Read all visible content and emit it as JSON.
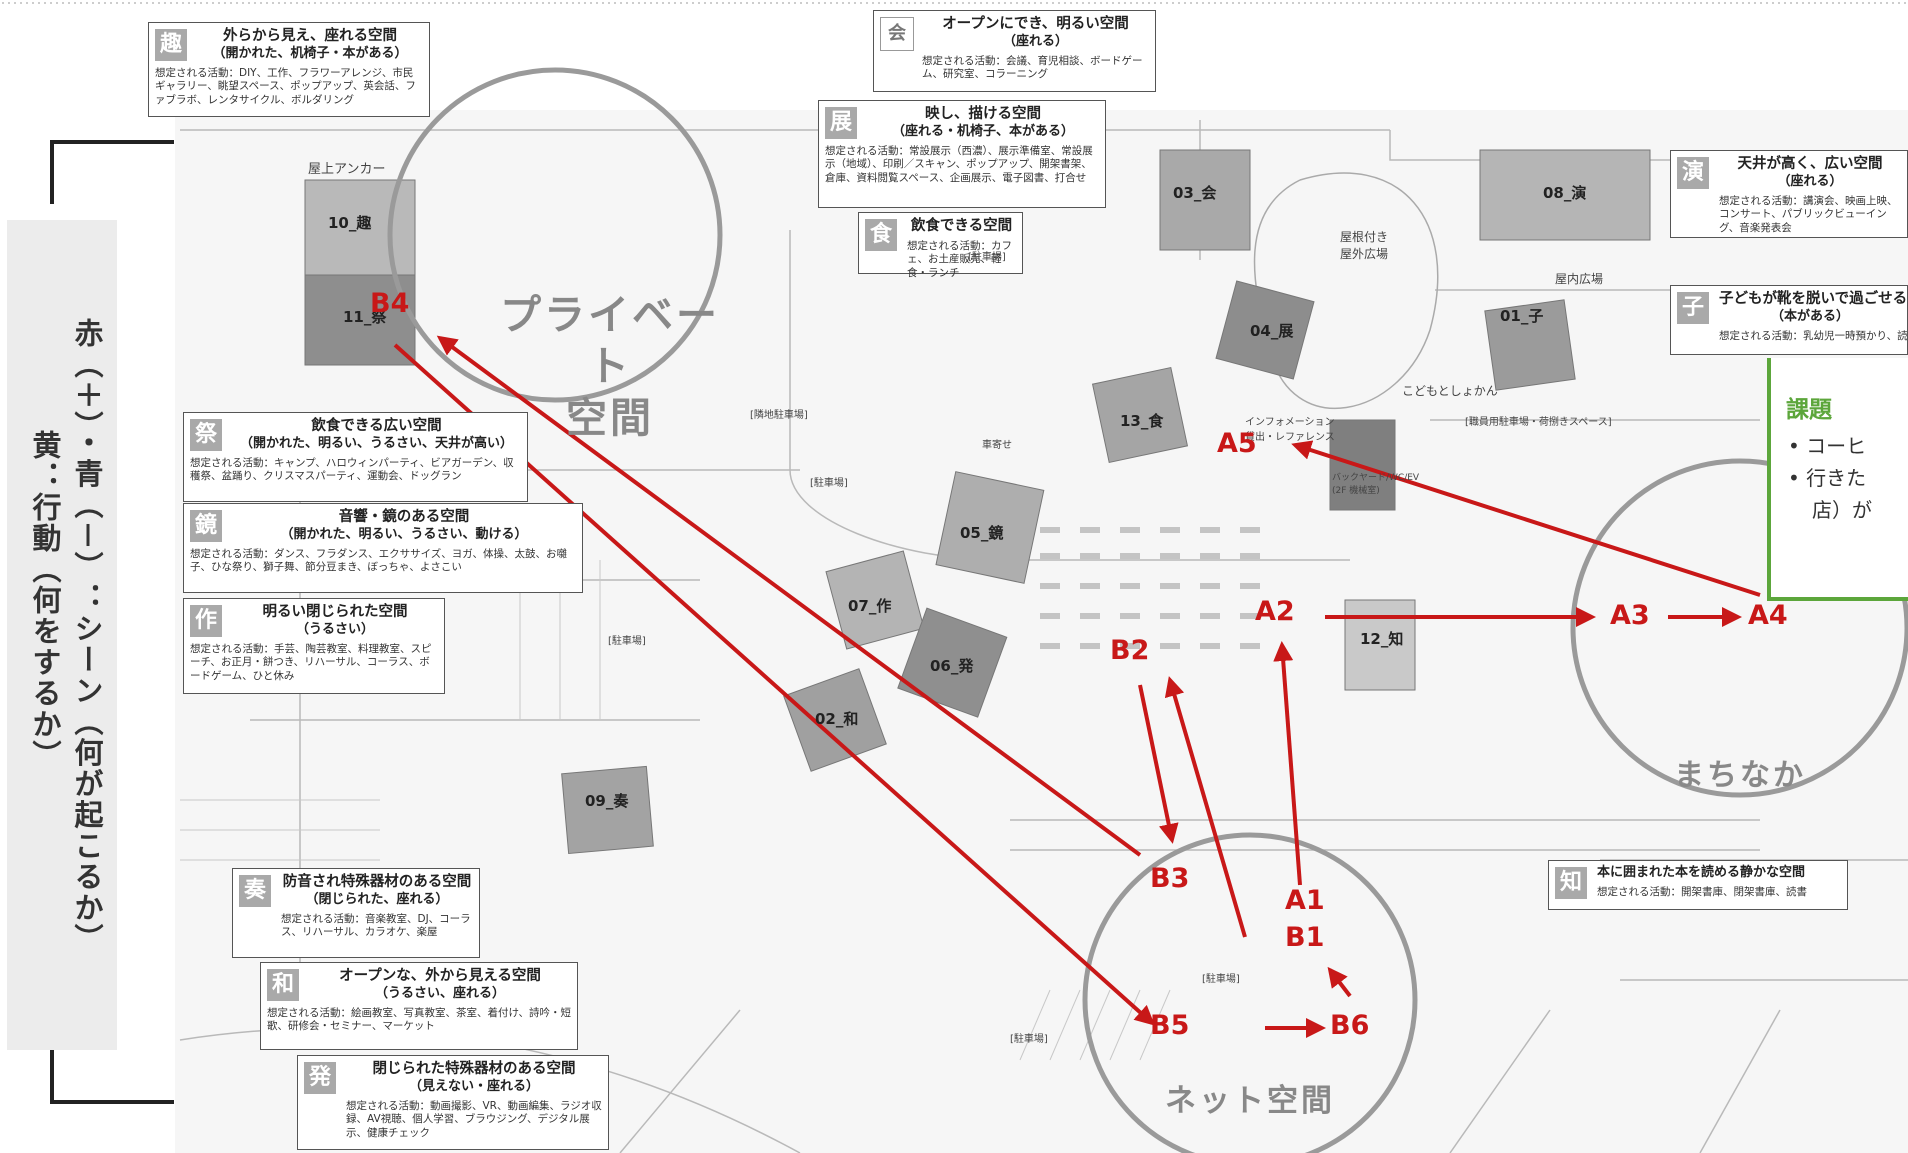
{
  "side": {
    "red_blue": "赤（＋）・青（－）：シーン（何が起こるか）",
    "yellow": "黄：行動（何をするか）"
  },
  "circles": {
    "private": "プライベート\n空間",
    "town": "まちなか",
    "net": "ネット空間"
  },
  "legend": [
    {
      "id": "shu",
      "kanji": "趣",
      "title": "外らから見え、座れる空間",
      "sub": "（開かれた、机椅子・本がある）",
      "acts": "想定される活動：DIY、工作、フラワーアレンジ、市民ギャラリー、眺望スペース、ポップアップ、英会話、ファブラボ、レンタサイクル、ボルダリング"
    },
    {
      "id": "open",
      "kanji": "会",
      "title": "オープンにでき、明るい空間",
      "sub": "（座れる）",
      "acts": "想定される活動：会議、育児相談、ボードゲーム、研究室、コラーニング"
    },
    {
      "id": "ten",
      "kanji": "展",
      "title": "映し、描ける空間",
      "sub": "（座れる・机椅子、本がある）",
      "acts": "想定される活動：常設展示（西濃）、展示準備室、常設展示（地域）、印刷／スキャン、ポップアップ、開架書架、倉庫、資料閲覧スペース、企画展示、電子図書、打合せ"
    },
    {
      "id": "shoku",
      "kanji": "食",
      "title": "飲食できる空間",
      "sub": "",
      "acts": "想定される活動：カフェ、お土産販売、軽食・ランチ"
    },
    {
      "id": "en",
      "kanji": "演",
      "title": "天井が高く、広い空間",
      "sub": "（座れる）",
      "acts": "想定される活動：講演会、映画上映、コンサート、パブリックビューイング、音楽発表会"
    },
    {
      "id": "ko",
      "kanji": "子",
      "title": "子どもが靴を脱いで過ごせる",
      "sub": "（本がある）",
      "acts": "想定される活動：乳幼児一時預かり、読み聞かせ、授乳室、子ども用トイレ、おむつ替え、着替え"
    },
    {
      "id": "matsuri",
      "kanji": "祭",
      "title": "飲食できる広い空間",
      "sub": "（開かれた、明るい、うるさい、天井が高い）",
      "acts": "想定される活動：キャンプ、ハロウィンパーティ、ビアガーデン、収穫祭、盆踊り、クリスマスパーティ、運動会、ドッグラン"
    },
    {
      "id": "kyo",
      "kanji": "鏡",
      "title": "音響・鏡のある空間",
      "sub": "（開かれた、明るい、うるさい、動ける）",
      "acts": "想定される活動：ダンス、フラダンス、エクササイズ、ヨガ、体操、太鼓、お囃子、ひな祭り、獅子舞、節分豆まき、ぼっちゃ、よさこい"
    },
    {
      "id": "saku",
      "kanji": "作",
      "title": "明るい閉じられた空間",
      "sub": "（うるさい）",
      "acts": "想定される活動：手芸、陶芸教室、料理教室、スピーチ、お正月・餅つき、リハーサル、コーラス、ボードゲーム、ひと休み"
    },
    {
      "id": "sou",
      "kanji": "奏",
      "title": "防音され特殊器材のある空間",
      "sub": "（閉じられた、座れる）",
      "acts": "想定される活動：音楽教室、DJ、コーラス、リハーサル、カラオケ、楽屋"
    },
    {
      "id": "wa",
      "kanji": "和",
      "title": "オープンな、外から見える空間",
      "sub": "（うるさい、座れる）",
      "acts": "想定される活動：絵画教室、写真教室、茶室、着付け、詩吟・短歌、研修会・セミナー、マーケット"
    },
    {
      "id": "hatsu",
      "kanji": "発",
      "title": "閉じられた特殊器材のある空間",
      "sub": "（見えない・座れる）",
      "acts": "想定される活動：動画撮影、VR、動画編集、ラジオ収録、AV視聴、個人学習、ブラウジング、デジタル展示、健康チェック"
    },
    {
      "id": "chi",
      "kanji": "知",
      "title": "本に囲まれた本を読める静かな空間",
      "sub": "",
      "acts": "想定される活動：開架書庫、閉架書庫、読書"
    }
  ],
  "rooms": {
    "r03": "03_会",
    "r08": "08_演",
    "r10": "10_趣",
    "r11": "11_祭",
    "r01": "01_子",
    "r04": "04_展",
    "r13": "13_食",
    "r05": "05_鏡",
    "r07": "07_作",
    "r06": "06_発",
    "r12": "12_知",
    "r02": "02_和",
    "r09": "09_奏"
  },
  "places": {
    "anchor": "屋上アンカー",
    "roofed_plaza": "屋根付き\n屋外広場",
    "indoor_plaza": "屋内広場",
    "kodomo": "こどもとしょかん",
    "info": "インフォメーション\n貸出・レファレンス",
    "backyard": "バックヤード/WC/EV\n(2F 機械室)",
    "parking1": "[駐車場]",
    "parking2": "[駐車場]",
    "parking3": "[駐車場]",
    "parking4": "[駐車場]",
    "parking5": "[駐車場]",
    "adjacent_parking": "[隣地駐車場]",
    "staff_parking": "[職員用駐車場・荷捌きスペース]",
    "dropoff": "車寄せ"
  },
  "nodes": {
    "A1": "A1",
    "A2": "A2",
    "A3": "A3",
    "A4": "A4",
    "A5": "A5",
    "B1": "B1",
    "B2": "B2",
    "B3": "B3",
    "B4": "B4",
    "B5": "B5",
    "B6": "B6"
  },
  "kadai": {
    "title": "課題",
    "item1": "• コーヒ",
    "item2": "• 行きた",
    "item3": "店）が"
  },
  "colors": {
    "arrow": "#c81818",
    "kadai": "#5ca63b",
    "circle": "#9a9a9a"
  }
}
